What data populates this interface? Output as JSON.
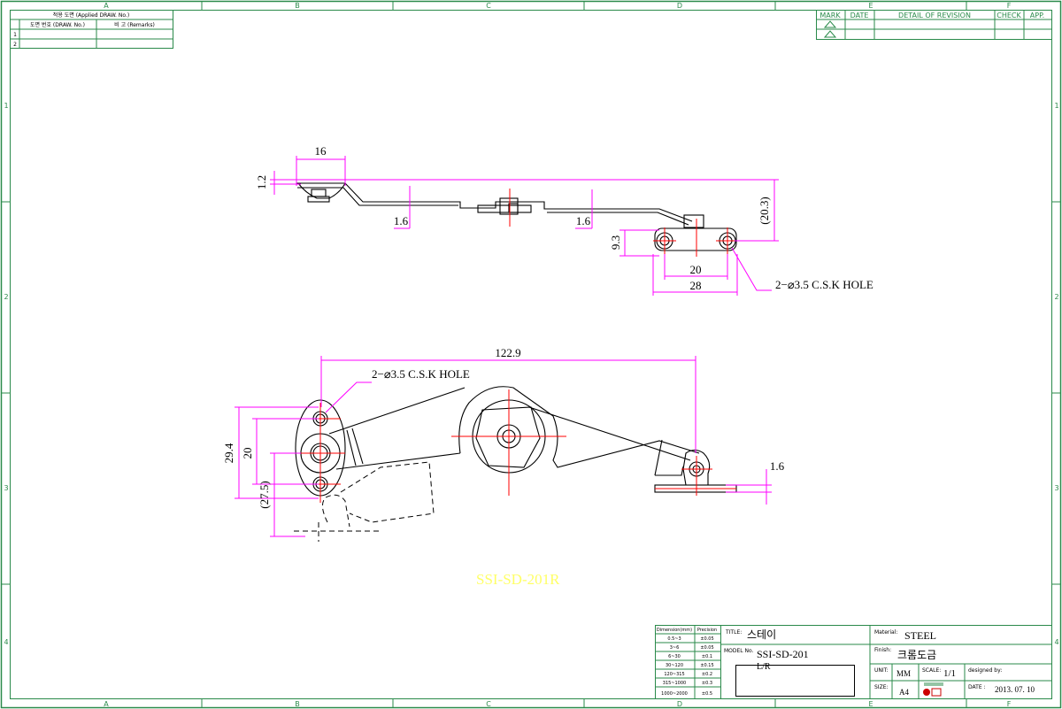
{
  "frame": {
    "columns": [
      "A",
      "B",
      "C",
      "D",
      "E",
      "F"
    ],
    "rows": [
      "1",
      "2",
      "3",
      "4"
    ]
  },
  "applied_table": {
    "header": "적용 도면 (Applied DRAW. No.)",
    "col1": "도면 번호 (DRAW. No.)",
    "col2": "비 고 (Remarks)",
    "row1": "1",
    "row2": "2"
  },
  "revision_table": {
    "headers": [
      "MARK",
      "DATE",
      "DETAIL OF REVISION",
      "CHECK",
      "APP."
    ]
  },
  "dimensions": {
    "top_width": "16",
    "top_thickness": "1.2",
    "bend_left": "1.6",
    "bend_right": "1.6",
    "height_total": "(20.3)",
    "hole_height": "9.3",
    "hole_pitch": "20",
    "base_width": "28",
    "hole_note_top": "2−⌀3.5 C.S.K HOLE",
    "overall_length": "122.9",
    "hole_note_bottom": "2−⌀3.5 C.S.K HOLE",
    "left_height": "29.4",
    "left_pitch": "20",
    "left_offset": "(27.5)",
    "right_thickness": "1.6"
  },
  "part_label": "SSI-SD-201R",
  "tolerance_table": {
    "headers": [
      "Dimension(mm)",
      "Precision"
    ],
    "rows": [
      [
        "0.5~3",
        "±0.05"
      ],
      [
        "3~6",
        "±0.05"
      ],
      [
        "6~30",
        "±0.1"
      ],
      [
        "30~120",
        "±0.15"
      ],
      [
        "120~315",
        "±0.2"
      ],
      [
        "315~1000",
        "±0.3"
      ],
      [
        "1000~2000",
        "±0.5"
      ]
    ]
  },
  "title_block": {
    "title_label": "TITLE:",
    "title_value": "스테이",
    "model_label": "MODEL No.",
    "model_value": "SSI-SD-201",
    "model_sub": "L/R",
    "material_label": "Material:",
    "material_value": "STEEL",
    "finish_label": "Finish:",
    "finish_value": "크롬도금",
    "unit_label": "UNIT:",
    "unit_value": "MM",
    "scale_label": "SCALE:",
    "scale_value": "1/1",
    "designed_label": "designed by:",
    "size_label": "SIZE:",
    "size_value": "A4",
    "date_label": "DATE :",
    "date_value": "2013. 07. 10"
  }
}
